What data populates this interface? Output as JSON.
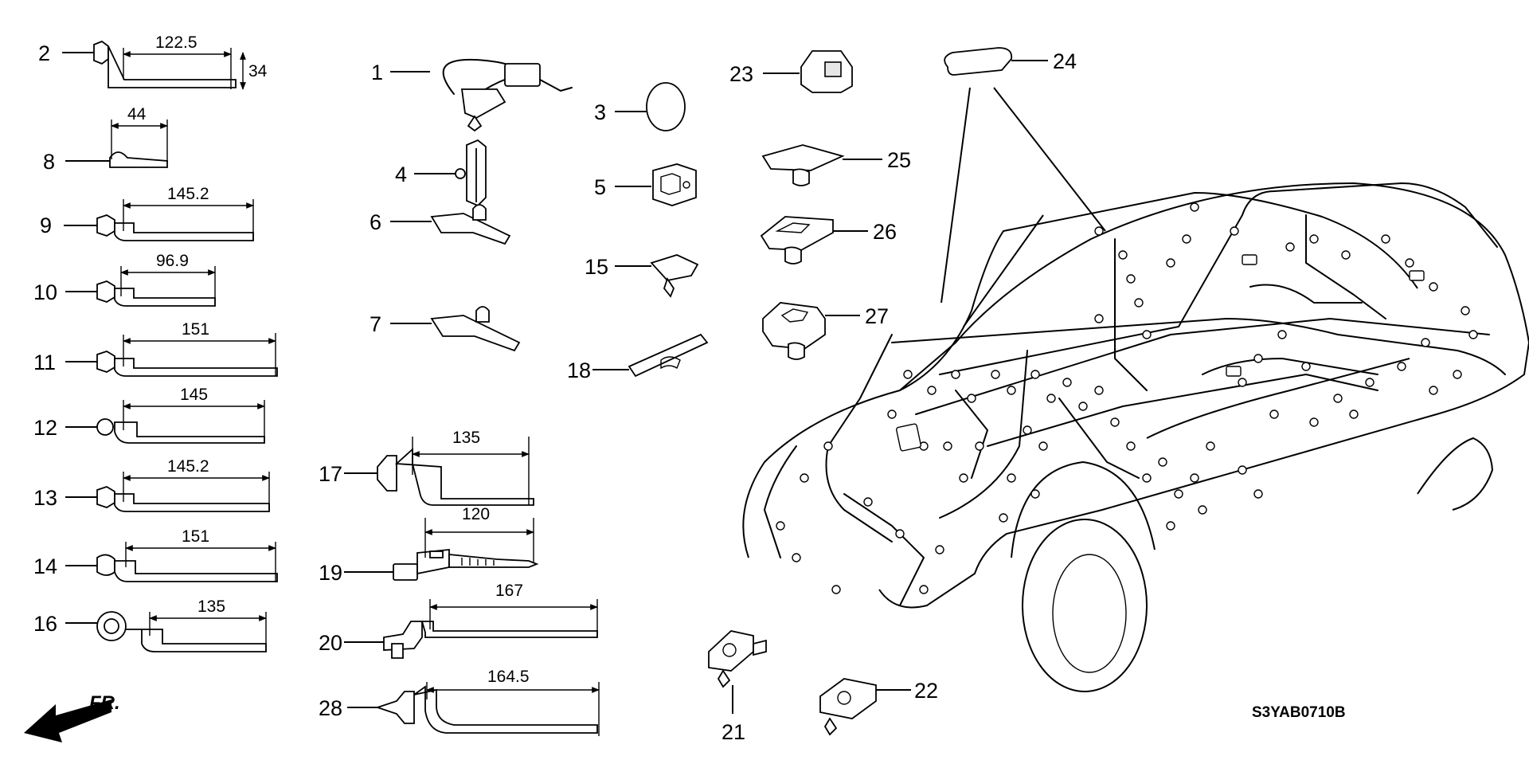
{
  "diagram_code": "S3YAB0710B",
  "direction_label": "FR.",
  "callouts": {
    "c1": "1",
    "c2": "2",
    "c3": "3",
    "c4": "4",
    "c5": "5",
    "c6": "6",
    "c7": "7",
    "c8": "8",
    "c9": "9",
    "c10": "10",
    "c11": "11",
    "c12": "12",
    "c13": "13",
    "c14": "14",
    "c15": "15",
    "c16": "16",
    "c17": "17",
    "c18": "18",
    "c19": "19",
    "c20": "20",
    "c21": "21",
    "c22": "22",
    "c23": "23",
    "c24": "24",
    "c25": "25",
    "c26": "26",
    "c27": "27",
    "c28": "28"
  },
  "dimensions": {
    "d2_length": "122.5",
    "d2_height": "34",
    "d8": "44",
    "d9": "145.2",
    "d10": "96.9",
    "d11": "151",
    "d12": "145",
    "d13": "145.2",
    "d14": "151",
    "d16": "135",
    "d17": "135",
    "d19": "120",
    "d20": "167",
    "d28": "164.5"
  }
}
